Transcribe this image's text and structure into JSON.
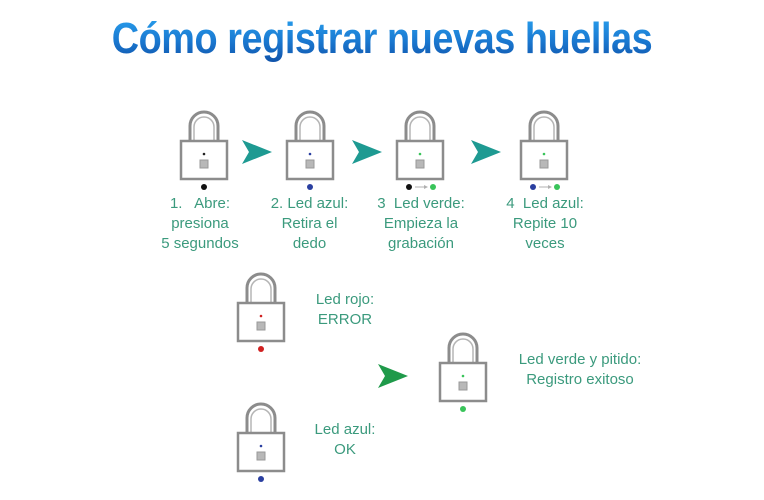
{
  "title": "Cómo registrar nuevas huellas",
  "colors": {
    "title": "#1a78d0",
    "caption": "#3b9a7d",
    "lock_stroke": "#8a8a8a",
    "arrow_teal": "#1e9a92",
    "arrow_green": "#1f9a4a",
    "led_black": "#111111",
    "led_blue": "#2a3fa0",
    "led_green": "#39c45a",
    "led_red": "#d02020"
  },
  "steps": [
    {
      "line1": "1.   Abre:",
      "line2": "presiona",
      "line3": "5 segundos",
      "led": "black"
    },
    {
      "line1": "2. Led azul:",
      "line2": "Retira el",
      "line3": "dedo",
      "led": "blue"
    },
    {
      "line1": "3  Led verde:",
      "line2": "Empieza la",
      "line3": "grabación",
      "led": "black→green"
    },
    {
      "line1": "4  Led azul:",
      "line2": "Repite 10",
      "line3": "veces",
      "led": "blue→green"
    }
  ],
  "outcomes": {
    "error": {
      "line1": "Led rojo:",
      "line2": "ERROR",
      "led": "red"
    },
    "ok": {
      "line1": "Led azul:",
      "line2": "OK",
      "led": "blue"
    },
    "success": {
      "line1": "Led verde y pitido:",
      "line2": "Registro exitoso",
      "led": "green"
    }
  },
  "icons": {
    "lock": "padlock-fingerprint-icon",
    "arrow": "right-arrow-icon"
  }
}
